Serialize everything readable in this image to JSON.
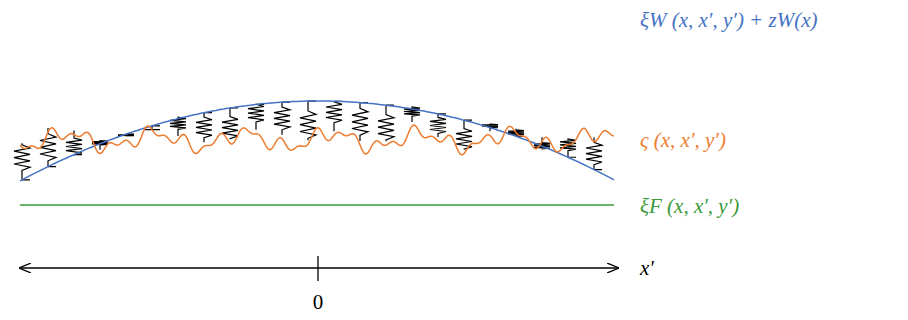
{
  "diagram": {
    "labels": [
      "ξW (x, x′, y′) + zW(x)",
      "ς (x, x′, y′)",
      "ξF (x, x′, y′)",
      "x′",
      "0"
    ]
  }
}
